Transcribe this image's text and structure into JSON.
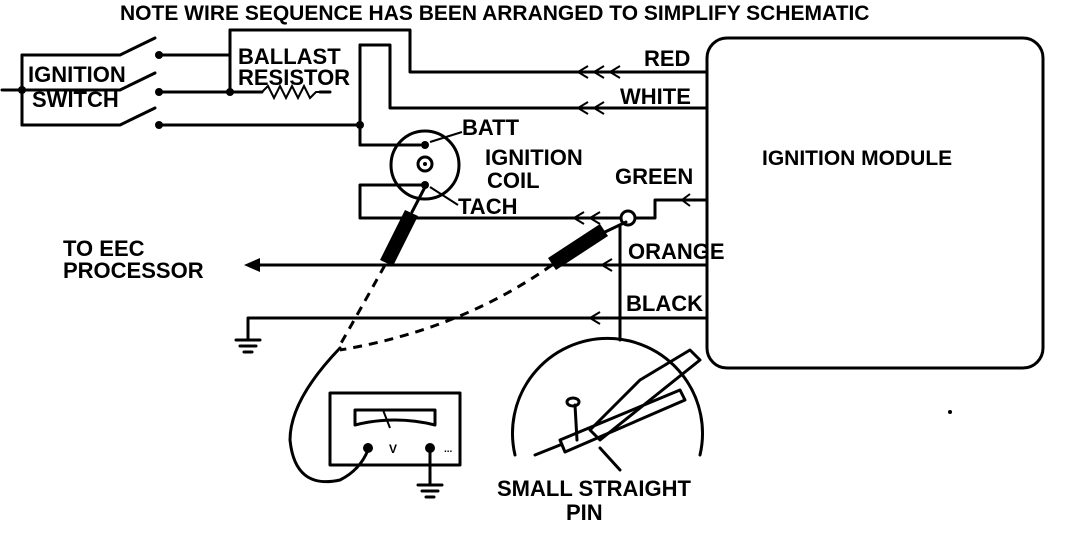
{
  "header": {
    "note": "NOTE WIRE SEQUENCE HAS BEEN ARRANGED TO SIMPLIFY SCHEMATIC"
  },
  "components": {
    "ignition_switch": [
      "IGNITION",
      "SWITCH"
    ],
    "ballast_resistor": [
      "BALLAST",
      "RESISTOR"
    ],
    "batt": "BATT",
    "ignition_coil": [
      "IGNITION",
      "COIL"
    ],
    "tach": "TACH",
    "eec": [
      "TO EEC",
      "PROCESSOR"
    ],
    "module": "IGNITION MODULE",
    "meter_symbol": "V",
    "pin": [
      "SMALL STRAIGHT",
      "PIN"
    ]
  },
  "wires": {
    "red": "RED",
    "white": "WHITE",
    "green": "GREEN",
    "orange": "ORANGE",
    "black": "BLACK"
  },
  "colors": {
    "ink": "#000000",
    "paper": "#ffffff"
  }
}
